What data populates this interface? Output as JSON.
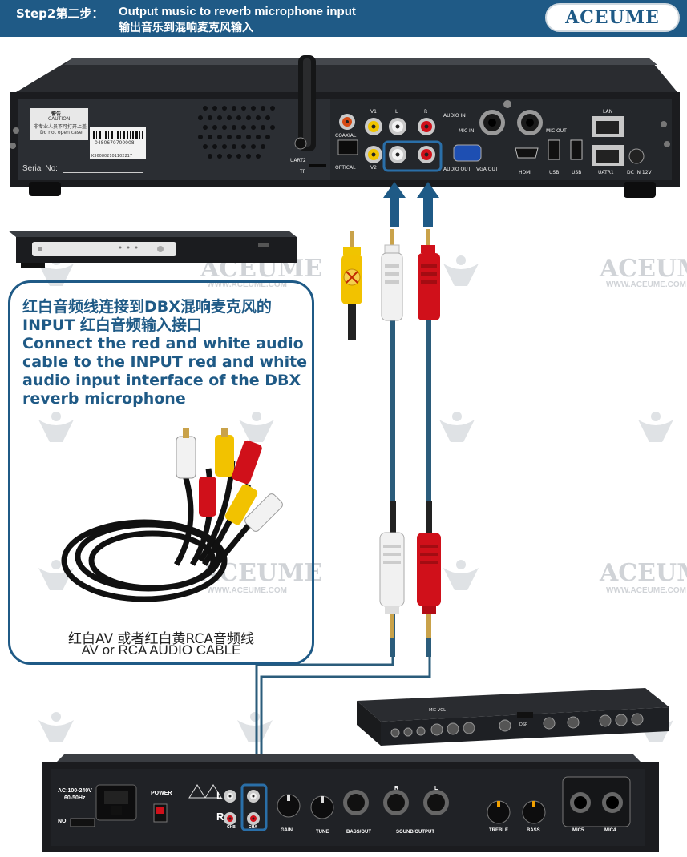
{
  "header": {
    "step_label": "Step2第二步：",
    "title_en": "Output music to reverb microphone input",
    "title_cn": "输出音乐到混响麦克风输入",
    "logo": "ACEUME"
  },
  "watermark": {
    "brand": "ACEUME",
    "url": "WWW.ACEUME.COM"
  },
  "instruction_card": {
    "line1": "红白音频线连接到DBX混响麦克风的",
    "line2": "INPUT 红白音频输入接口",
    "line3": "Connect the red and white audio",
    "line4": "cable to the INPUT red and white",
    "line5": "audio input interface of the DBX",
    "line6": "reverb microphone",
    "caption_cn": "红白AV 或者红白黄RCA音频线",
    "caption_en": "AV or RCA AUDIO CABLE"
  },
  "player_panel": {
    "caution_title": "警告",
    "caution": "CAUTION",
    "caution_cn": "非专业人员不可打开上盖",
    "caution_text": "Do not open case",
    "serial_label": "Serial No:",
    "barcode_1": "0480670700008",
    "barcode_2": "K360802101102217",
    "ports": {
      "coaxial": "COAXIAL",
      "optical": "OPTICAL",
      "uart2": "UART2",
      "tf": "TF",
      "v1": "V1",
      "v2": "V2",
      "l": "L",
      "r": "R",
      "audio_in": "AUDIO IN",
      "audio_out": "AUDIO OUT",
      "vga_out": "VGA OUT",
      "mic_in": "MIC IN",
      "mic_out": "MIC OUT",
      "hdmi": "HDMI",
      "usb1": "USB",
      "usb2": "USB",
      "lan": "LAN",
      "uatr1": "UATR1",
      "dc": "DC IN 12V"
    }
  },
  "dbx_panel": {
    "ac_label": "AC:100-240V",
    "hz_label": "60-50Hz",
    "power": "POWER",
    "no_label": "NO",
    "in_l": "L",
    "in_r": "R",
    "chb": "CHB",
    "cha": "CHA",
    "gain": "GAIN",
    "tune": "TUNE",
    "bass_out": "BASS/OUT",
    "sound_output": "SOUND/OUTPUT",
    "treble": "TREBLE",
    "bass": "BASS",
    "mic5": "MIC5",
    "mic4": "MIC4",
    "xlr_r": "R",
    "xlr_l": "L",
    "front_mic_vol": "MIC VOL",
    "front_dsp": "DSP"
  },
  "colors": {
    "header_bg": "#1f5a86",
    "accent": "#1f5a86",
    "arrow": "#1f5a86",
    "red_plug": "#d0101a",
    "yellow_plug": "#f2c200",
    "white_plug": "#f2f2f2"
  }
}
